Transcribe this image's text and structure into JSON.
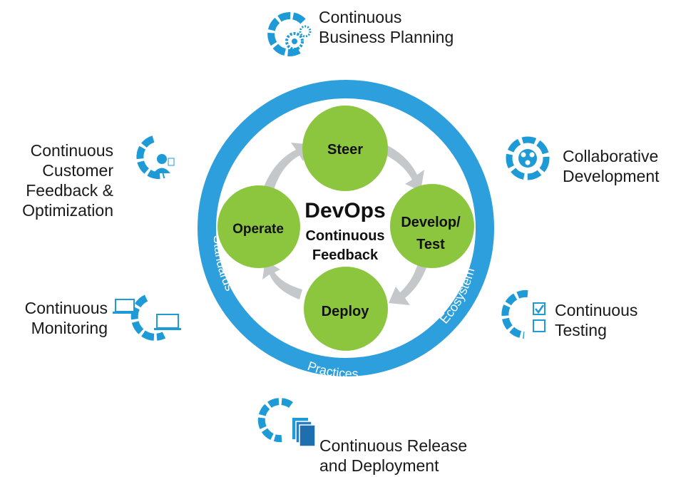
{
  "colors": {
    "ring": "#2c9fdc",
    "ring_light": "#3fb0e6",
    "node": "#8cc63f",
    "arrow": "#c4c8cb",
    "icon": "#1e9ad6"
  },
  "center": {
    "title": "DevOps",
    "subtitle_line1": "Continuous",
    "subtitle_line2": "Feedback"
  },
  "ring_labels": {
    "left": "Standards",
    "bottom": "Practices",
    "right": "Ecosystem"
  },
  "nodes": {
    "steer": "Steer",
    "develop_line1": "Develop/",
    "develop_line2": "Test",
    "deploy": "Deploy",
    "operate": "Operate"
  },
  "outer": {
    "planning": {
      "line1": "Continuous",
      "line2": "Business Planning",
      "icon": "gears-icon"
    },
    "collaborative": {
      "line1": "Collaborative",
      "line2": "Development",
      "icon": "people-icon"
    },
    "testing": {
      "line1": "Continuous",
      "line2": "Testing",
      "icon": "checkbox-icon"
    },
    "release": {
      "line1": "Continuous Release",
      "line2": "and Deployment",
      "icon": "documents-icon"
    },
    "monitoring": {
      "line1": "Continuous",
      "line2": "Monitoring",
      "icon": "laptops-icon"
    },
    "feedback": {
      "line1": "Continuous",
      "line2": "Customer",
      "line3": "Feedback &",
      "line4": "Optimization",
      "icon": "person-icon"
    }
  }
}
